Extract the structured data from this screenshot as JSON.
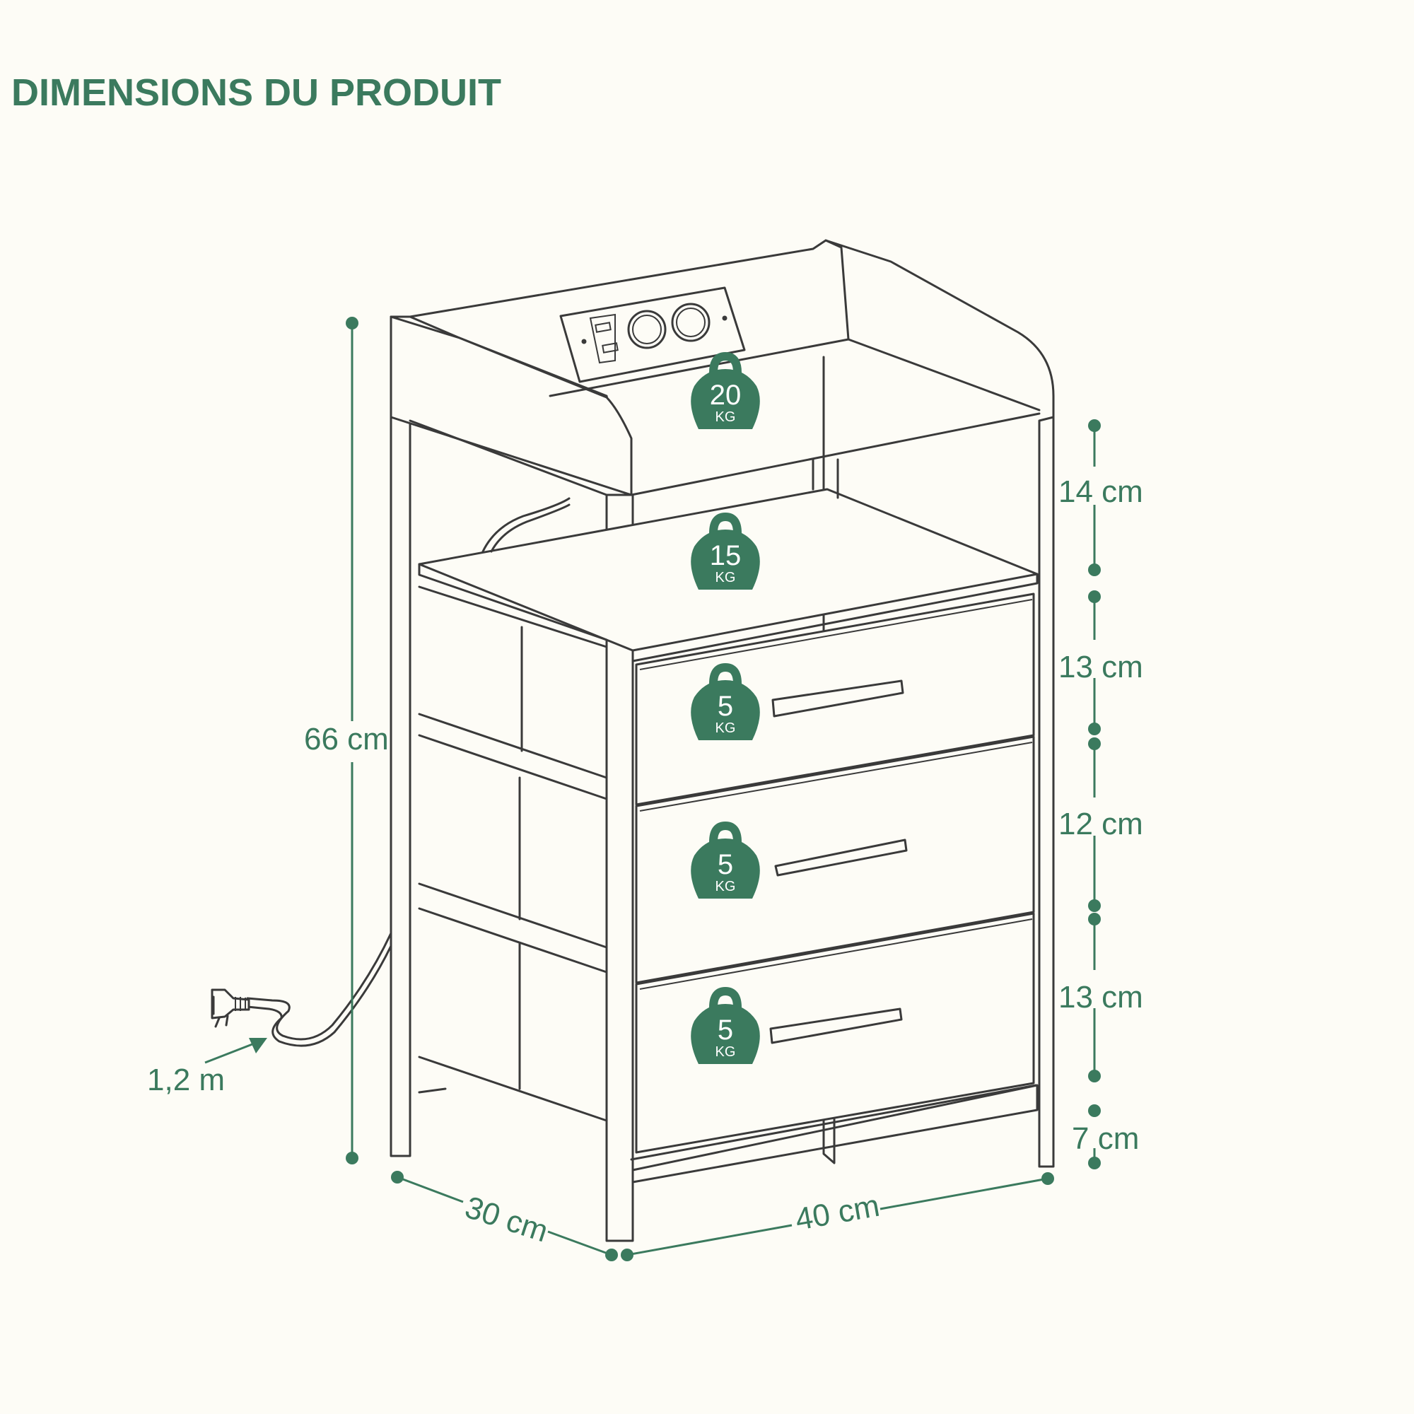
{
  "title": "DIMENSIONS DU PRODUIT",
  "colors": {
    "accent": "#3b7a5e",
    "background": "#fdfcf6",
    "line": "#3a3a3a"
  },
  "dimensions": {
    "height_total": "66 cm",
    "depth": "30 cm",
    "width": "40 cm",
    "cable": "1,2 m",
    "right": [
      "14 cm",
      "13 cm",
      "12 cm",
      "13 cm",
      "7 cm"
    ]
  },
  "weights": [
    {
      "value": "20",
      "unit": "KG"
    },
    {
      "value": "15",
      "unit": "KG"
    },
    {
      "value": "5",
      "unit": "KG"
    },
    {
      "value": "5",
      "unit": "KG"
    },
    {
      "value": "5",
      "unit": "KG"
    }
  ]
}
